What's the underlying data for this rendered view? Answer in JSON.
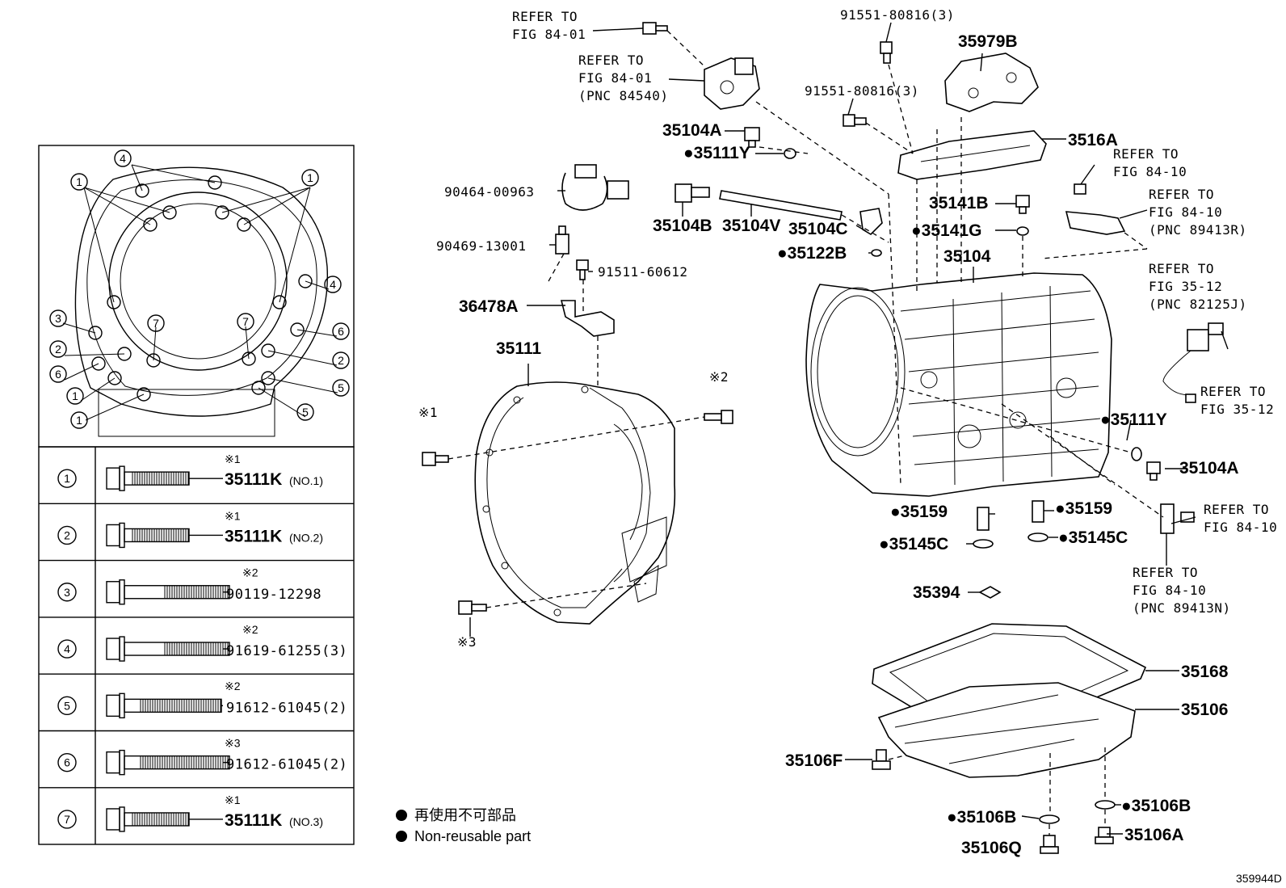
{
  "diagram_id": "359944D",
  "legend": {
    "jp": "再使用不可部品",
    "en": "Non-reusable part"
  },
  "bolt_table": [
    {
      "num": "1",
      "mark": "※1",
      "part": "35111K",
      "note": "(NO.1)"
    },
    {
      "num": "2",
      "mark": "※1",
      "part": "35111K",
      "note": "(NO.2)"
    },
    {
      "num": "3",
      "mark": "※2",
      "part": "90119-12298",
      "note": ""
    },
    {
      "num": "4",
      "mark": "※2",
      "part": "91619-61255(3)",
      "note": ""
    },
    {
      "num": "5",
      "mark": "※2",
      "part": "91612-61045(2)",
      "note": ""
    },
    {
      "num": "6",
      "mark": "※3",
      "part": "91612-61045(2)",
      "note": ""
    },
    {
      "num": "7",
      "mark": "※1",
      "part": "35111K",
      "note": "(NO.3)"
    }
  ],
  "plate_callouts": [
    "4",
    "1",
    "1",
    "4",
    "3",
    "2",
    "6",
    "7",
    "7",
    "6",
    "2",
    "1",
    "5",
    "1",
    "5"
  ],
  "refs": {
    "r1": [
      "REFER TO",
      "FIG 84-01"
    ],
    "r2": [
      "REFER TO",
      "FIG 84-01",
      "(PNC 84540)"
    ],
    "r3": [
      "REFER TO",
      "FIG 84-10"
    ],
    "r4": [
      "REFER TO",
      "FIG 84-10",
      "(PNC 89413R)"
    ],
    "r5": [
      "REFER TO",
      "FIG 35-12",
      "(PNC 82125J)"
    ],
    "r6": [
      "REFER TO",
      "FIG 35-12"
    ],
    "r7": [
      "REFER TO",
      "FIG 84-10"
    ],
    "r8": [
      "REFER TO",
      "FIG 84-10",
      "(PNC 89413N)"
    ]
  },
  "parts": {
    "p91551a": "91551-80816(3)",
    "p35979B": "35979B",
    "p91551b": "91551-80816(3)",
    "p35104A_top": "35104A",
    "p35111Y_top": "●35111Y",
    "p3516A": "3516A",
    "p90464": "90464-00963",
    "p35141B": "35141B",
    "p35141G": "●35141G",
    "p35104B": "35104B",
    "p35104V": "35104V",
    "p35104C": "35104C",
    "p35122B": "●35122B",
    "p35104": "35104",
    "p90469": "90469-13001",
    "p91511": "91511-60612",
    "p36478A": "36478A",
    "p35111": "35111",
    "m1": "※1",
    "m2": "※2",
    "m3": "※3",
    "p35111Y_r": "●35111Y",
    "p35104A_r": "35104A",
    "p35159_l": "●35159",
    "p35159_r": "●35159",
    "p35145C_l": "●35145C",
    "p35145C_r": "●35145C",
    "p35394": "35394",
    "p35168": "35168",
    "p35106": "35106",
    "p35106F": "35106F",
    "p35106B_l": "●35106B",
    "p35106B_r": "●35106B",
    "p35106Q": "35106Q",
    "p35106A": "35106A"
  }
}
